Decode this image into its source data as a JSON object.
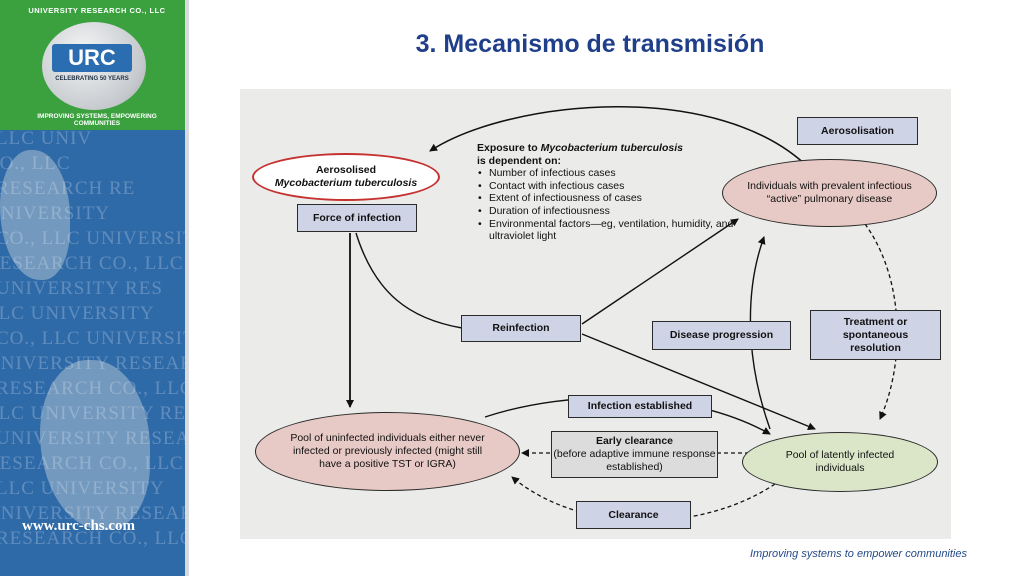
{
  "slide": {
    "title": "3. Mecanismo de transmisión",
    "tagline": "Improving systems to empower communities"
  },
  "branding": {
    "logo_abbr": "URC",
    "logo_ring_top": "UNIVERSITY RESEARCH CO., LLC",
    "logo_ring_bottom": "IMPROVING SYSTEMS, EMPOWERING COMMUNITIES",
    "logo_anniversary": "CELEBRATING 50 YEARS",
    "website": "www.urc-chs.com",
    "watermark_lines": [
      "LLC UNIV",
      "CO., LLC",
      "RESEARCH RE",
      "UNIVERSITY",
      "CO., LLC UNIVERSITY",
      "RESEARCH CO., LLC",
      "UNIVERSITY RES",
      "LLC UNIVERSITY",
      "CO., LLC UNIVERSITY",
      "UNIVERSITY RESEARCH",
      "RESEARCH CO., LLC",
      "LLC UNIVERSITY RES",
      "UNIVERSITY RESEARCH",
      "RESEARCH CO., LLC",
      "LLC UNIVERSITY",
      "UNIVERSITY RESEARCH",
      "RESEARCH CO., LLC"
    ],
    "colors": {
      "green": "#3aa13e",
      "blue": "#2f6aa8",
      "title": "#1f3f8a"
    }
  },
  "diagram": {
    "aerosolised": {
      "line1": "Aerosolised",
      "line2": "Mycobacterium tuberculosis"
    },
    "force_of_infection": "Force of infection",
    "exposure": {
      "heading_pre": "Exposure to ",
      "heading_italic": "Mycobacterium tuberculosis",
      "heading_post": "is dependent on:",
      "factors": [
        "Number of infectious cases",
        "Contact with infectious cases",
        "Extent of infectiousness of cases",
        "Duration of infectiousness",
        "Environmental factors—eg, ventilation, humidity, and ultraviolet light"
      ]
    },
    "aerosolisation": "Aerosolisation",
    "prevalent_individuals": "Individuals with prevalent infectious “active” pulmonary disease",
    "reinfection": "Reinfection",
    "disease_progression": "Disease progression",
    "treatment": "Treatment or spontaneous resolution",
    "infection_established": "Infection established",
    "early_clearance": {
      "line1": "Early clearance",
      "line2": "(before adaptive immune response established)"
    },
    "clearance": "Clearance",
    "uninfected_pool": "Pool of uninfected individuals either never infected or previously infected (might still have a positive TST or IGRA)",
    "latent_pool": "Pool of latently infected individuals",
    "colors": {
      "infectious_fill": "#e7c9c5",
      "latent_fill": "#dbe6c9",
      "box_fill": "#cfd3e6",
      "highlight_ring": "#c4312e",
      "panel": "#ebebea"
    }
  }
}
